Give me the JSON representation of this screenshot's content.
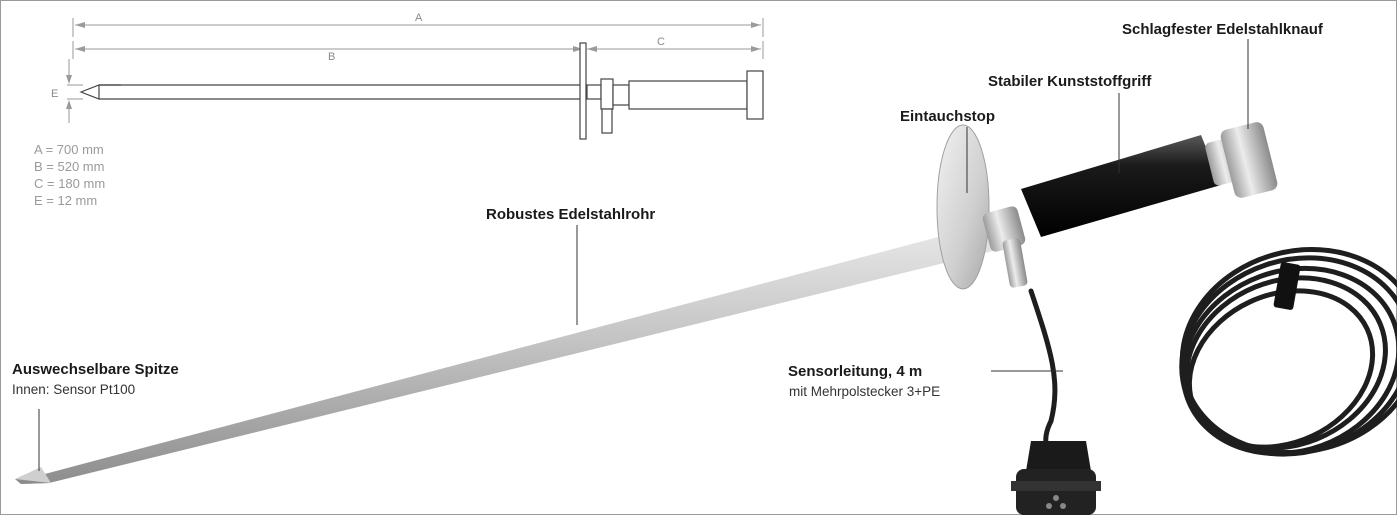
{
  "dimensions": {
    "label_a": "A",
    "label_b": "B",
    "label_c": "C",
    "label_e": "E"
  },
  "specs": [
    "A = 700 mm",
    "B = 520 mm",
    "C = 180 mm",
    "E = 12 mm"
  ],
  "callouts": {
    "knob": "Schlagfester Edelstahlknauf",
    "grip": "Stabiler Kunststoffgriff",
    "stop": "Eintauchstop",
    "tube": "Robustes Edelstahlrohr",
    "tip_title": "Auswechselbare Spitze",
    "tip_sub": "Innen: Sensor Pt100",
    "cable_title": "Sensorleitung, 4 m",
    "cable_sub": "mit Mehrpolstecker 3+PE"
  }
}
